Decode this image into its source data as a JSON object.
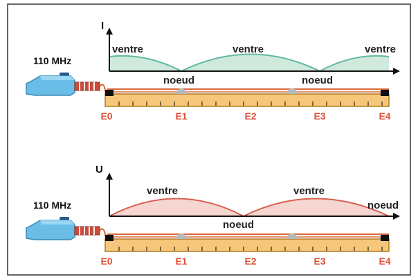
{
  "colors": {
    "current_fill": "#cfeadd",
    "current_line": "#5fb9a0",
    "voltage_fill": "#f6d6d1",
    "voltage_line": "#d9604f",
    "electrode_label": "#e05038",
    "ruler_fill": "#f6c77a",
    "ruler_border": "#b07a20",
    "wire": "#d7693c",
    "generator_fill": "#69bde6",
    "generator_border": "#3a89b6"
  },
  "panels": [
    {
      "axis_letter": "I",
      "generator_label": "110 MHz",
      "wave_labels": [
        {
          "name": "ventre-label-1",
          "text": "ventre"
        },
        {
          "name": "ventre-label-2",
          "text": "ventre"
        },
        {
          "name": "ventre-label-3",
          "text": "ventre"
        },
        {
          "name": "noeud-label-1",
          "text": "noeud"
        },
        {
          "name": "noeud-label-2",
          "text": "noeud"
        }
      ],
      "electrodes": [
        "E0",
        "E1",
        "E2",
        "E3",
        "E4"
      ],
      "icons": [
        "generator-icon",
        "coaxial-connector-icon",
        "ruler-icon"
      ]
    },
    {
      "axis_letter": "U",
      "generator_label": "110 MHz",
      "wave_labels": [
        {
          "name": "ventre-label-1",
          "text": "ventre"
        },
        {
          "name": "ventre-label-2",
          "text": "ventre"
        },
        {
          "name": "noeud-label-1",
          "text": "noeud"
        },
        {
          "name": "noeud-label-2",
          "text": "noeud"
        }
      ],
      "electrodes": [
        "E0",
        "E1",
        "E2",
        "E3",
        "E4"
      ],
      "icons": [
        "generator-icon",
        "coaxial-connector-icon",
        "ruler-icon"
      ]
    }
  ]
}
